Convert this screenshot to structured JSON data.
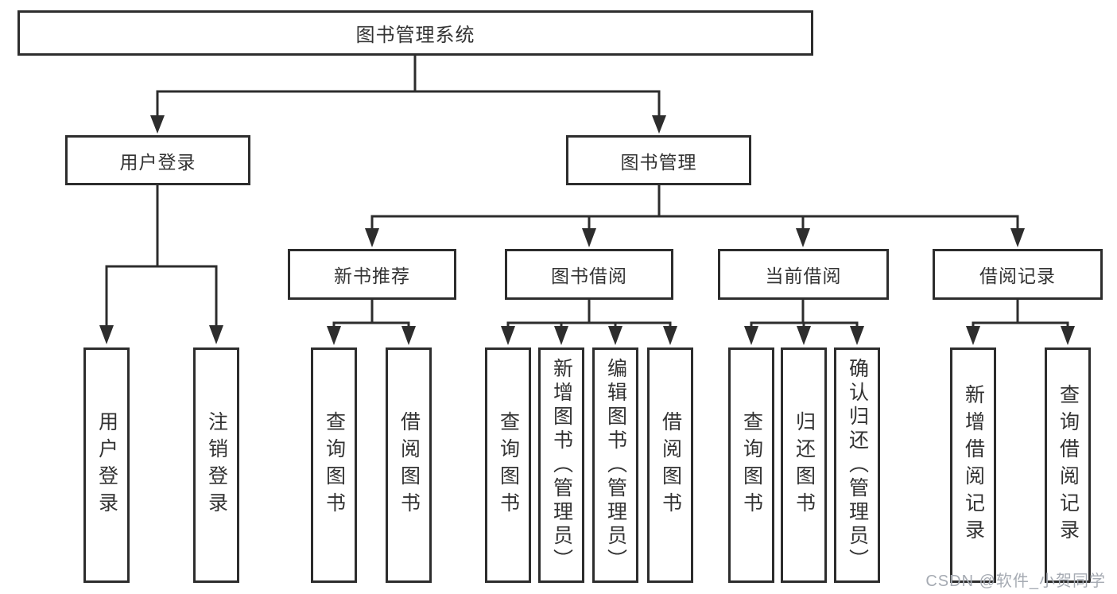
{
  "diagram": {
    "root": {
      "label": "图书管理系统"
    },
    "level2": [
      {
        "id": "user-login",
        "label": "用户登录"
      },
      {
        "id": "book-management",
        "label": "图书管理"
      }
    ],
    "level3": [
      {
        "id": "new-book-recommend",
        "label": "新书推荐"
      },
      {
        "id": "book-borrowing",
        "label": "图书借阅"
      },
      {
        "id": "current-borrowing",
        "label": "当前借阅"
      },
      {
        "id": "borrowing-records",
        "label": "借阅记录"
      }
    ],
    "leaves": [
      {
        "id": "user-login-leaf",
        "parent": "user-login",
        "label": "用户登录"
      },
      {
        "id": "logout-leaf",
        "parent": "user-login",
        "label": "注销登录"
      },
      {
        "id": "query-books-1",
        "parent": "new-book-recommend",
        "label": "查询图书"
      },
      {
        "id": "borrow-books-1",
        "parent": "new-book-recommend",
        "label": "借阅图书"
      },
      {
        "id": "query-books-2",
        "parent": "book-borrowing",
        "label": "查询图书"
      },
      {
        "id": "add-books-admin",
        "parent": "book-borrowing",
        "label": "新增图书（管理员）"
      },
      {
        "id": "edit-books-admin",
        "parent": "book-borrowing",
        "label": "编辑图书（管理员）"
      },
      {
        "id": "borrow-books-2",
        "parent": "book-borrowing",
        "label": "借阅图书"
      },
      {
        "id": "query-books-3",
        "parent": "current-borrowing",
        "label": "查询图书"
      },
      {
        "id": "return-books",
        "parent": "current-borrowing",
        "label": "归还图书"
      },
      {
        "id": "confirm-return-admin",
        "parent": "current-borrowing",
        "label": "确认归还（管理员）"
      },
      {
        "id": "add-borrow-record",
        "parent": "borrowing-records",
        "label": "新增借阅记录"
      },
      {
        "id": "query-borrow-record",
        "parent": "borrowing-records",
        "label": "查询借阅记录"
      }
    ]
  },
  "watermark": {
    "text": "CSDN @软件_小贺同学"
  },
  "colors": {
    "line": "#2d2d2d",
    "text": "#333333",
    "watermark": "#a6abb3",
    "background": "#ffffff"
  }
}
